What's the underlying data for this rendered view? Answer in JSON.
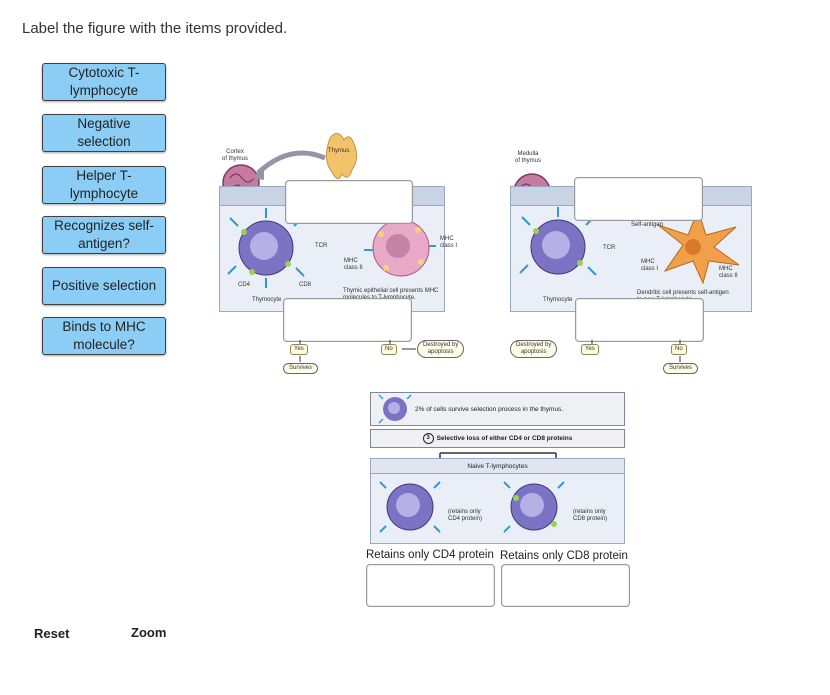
{
  "instruction": "Label the figure with the items provided.",
  "chips": [
    {
      "label": "Cytotoxic T-lymphocyte"
    },
    {
      "label": "Negative selection"
    },
    {
      "label": "Helper T-lymphocyte"
    },
    {
      "label": "Recognizes self-antigen?"
    },
    {
      "label": "Positive selection"
    },
    {
      "label": "Binds to MHC molecule?"
    }
  ],
  "figure": {
    "cortex_label": "Cortex\nof thymus",
    "thymus_label": "Thymus",
    "medulla_label": "Medulla\nof thymus",
    "left_panel": {
      "tcr": "TCR",
      "cd4": "CD4",
      "cd8": "CD8",
      "mhc2": "MHC\nclass II",
      "mhc1": "MHC\nclass I",
      "thymocyte": "Thymocyte",
      "caption": "Thymic epithelial cell presents MHC\nmolecules to T-lymphocyte."
    },
    "right_panel": {
      "self_antigen": "Self-antigen",
      "tcr": "TCR",
      "mhc1": "MHC\nclass I",
      "mhc2": "MHC\nclass II",
      "thymocyte": "Thymocyte",
      "caption": "Dendritic cell presents self-antigen\nto new T-lymphocyte."
    },
    "left_yes": "Yes",
    "left_no": "No",
    "left_survives": "Survives",
    "left_destroyed": "Destroyed by\napoptosis",
    "right_destroyed": "Destroyed by\napoptosis",
    "right_yes": "Yes",
    "right_no": "No",
    "right_survives": "Survives",
    "survive_text": "2% of cells survive selection process in the thymus.",
    "step_number": "3",
    "step_text": "Selective loss of either CD4 or CD8 proteins",
    "naive_header": "Naive T-lymphocytes",
    "retains_cd4_small": "(retains only\nCD4 protein)",
    "retains_cd8_small": "(retains only\nCD8 protein)"
  },
  "bottom_labels": {
    "cd4": "Retains only CD4 protein",
    "cd8": "Retains only CD8 protein"
  },
  "footer": {
    "reset": "Reset",
    "zoom": "Zoom"
  },
  "colors": {
    "chip_fill": "#8ccdf6",
    "panel_fill": "#e9eef7"
  }
}
